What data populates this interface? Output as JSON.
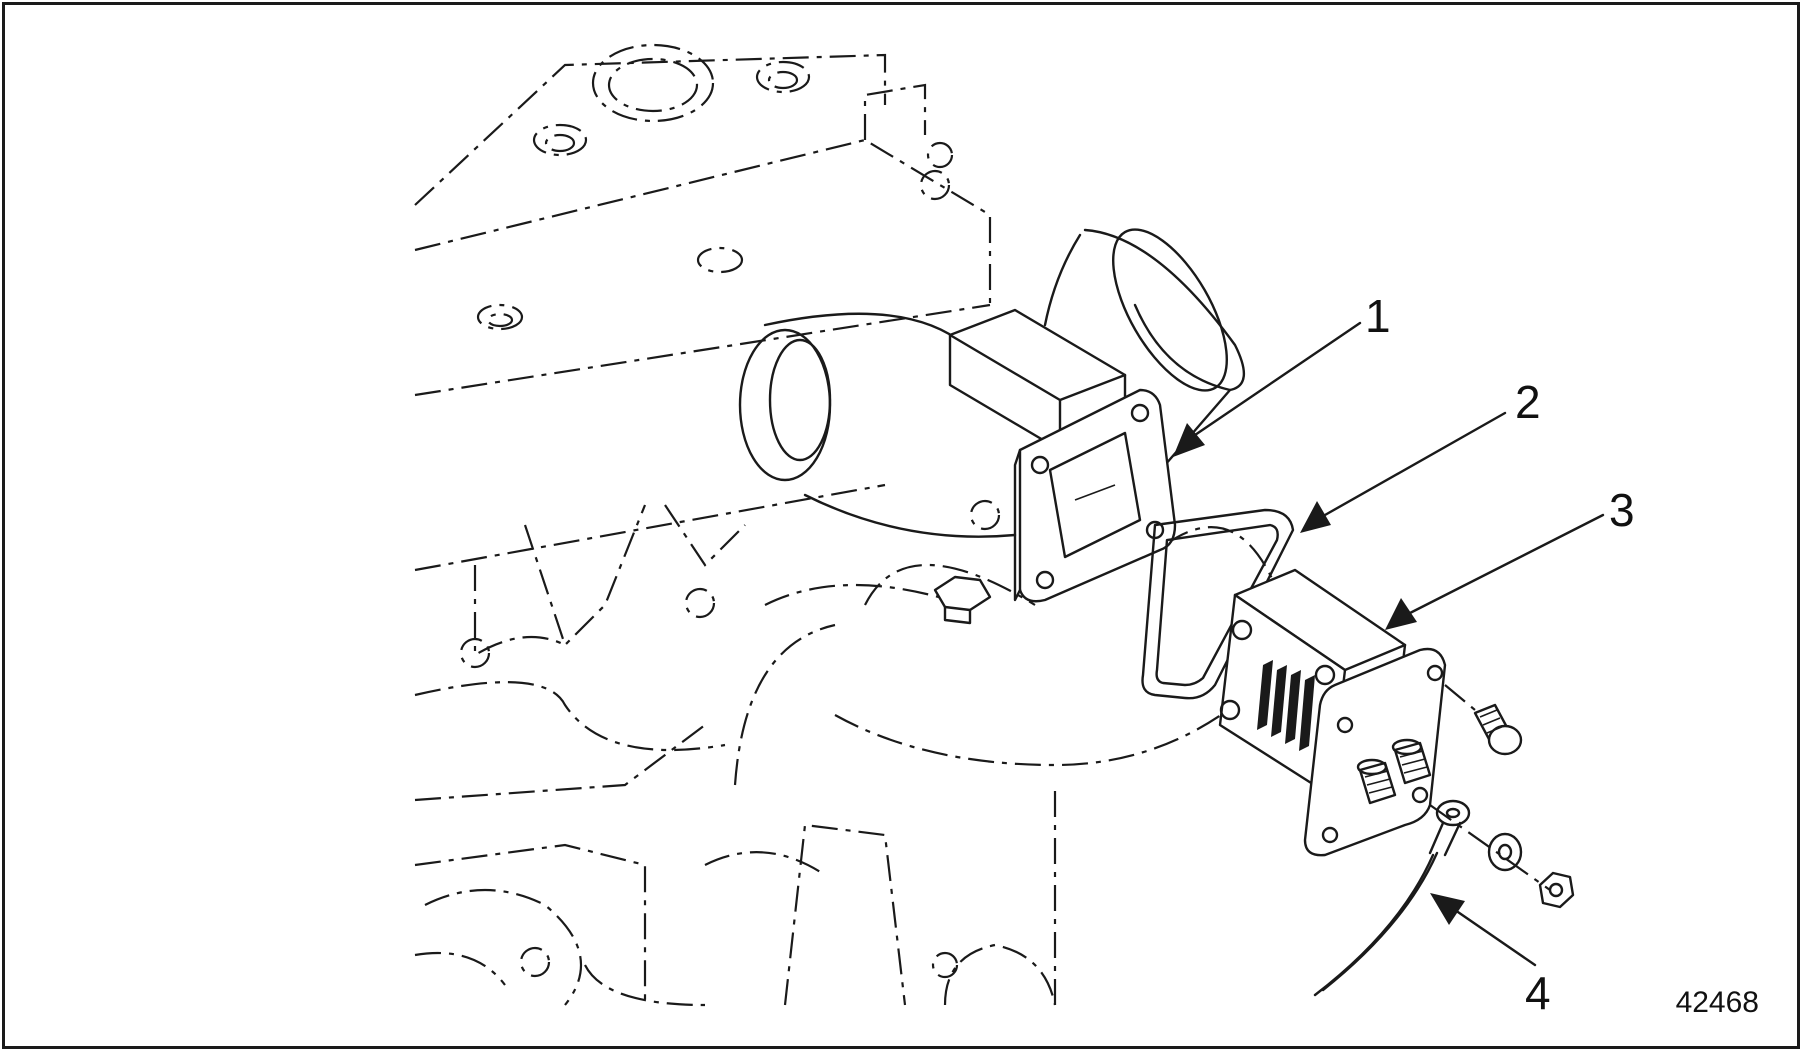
{
  "figure": {
    "number": "42468",
    "callouts": [
      {
        "label": "1"
      },
      {
        "label": "2"
      },
      {
        "label": "3"
      },
      {
        "label": "4"
      }
    ]
  },
  "colors": {
    "line": "#1a1a1a",
    "background": "#ffffff"
  }
}
